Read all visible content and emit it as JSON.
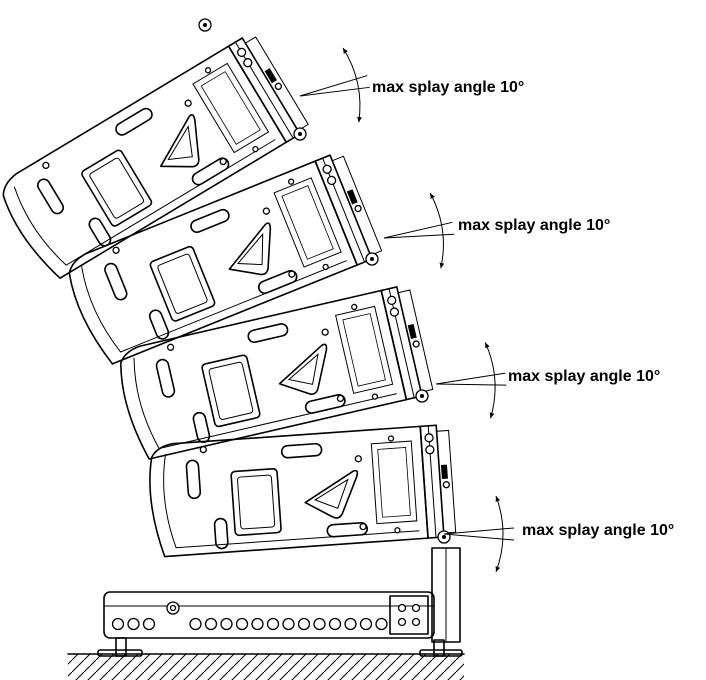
{
  "annotations": [
    {
      "id": "splay-1",
      "text": "max splay angle 10°"
    },
    {
      "id": "splay-2",
      "text": "max splay angle 10°"
    },
    {
      "id": "splay-3",
      "text": "max splay angle 10°"
    },
    {
      "id": "splay-4",
      "text": "max splay angle 10°"
    }
  ],
  "colors": {
    "ink": "#000000",
    "background": "#ffffff"
  },
  "module_count": 4
}
